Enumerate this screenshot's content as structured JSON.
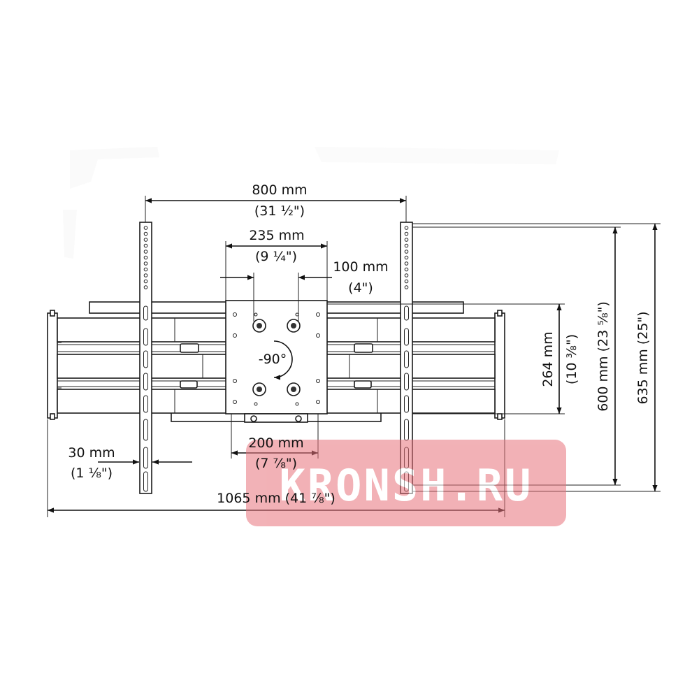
{
  "dimensions": {
    "width_800": {
      "value": "800 mm",
      "imperial": "(31 ½\")"
    },
    "width_235": {
      "value": "235 mm",
      "imperial": "(9 ¼\")"
    },
    "width_100": {
      "value": "100 mm",
      "imperial": "(4\")"
    },
    "width_200": {
      "value": "200 mm",
      "imperial": "(7 ⅞\")"
    },
    "width_30": {
      "value": "30 mm",
      "imperial": "(1 ⅛\")"
    },
    "width_1065": {
      "label": "1065 mm (41 ⅞\")"
    },
    "height_264": {
      "value": "264 mm",
      "imperial": "(10 ⅜\")"
    },
    "height_600": {
      "label": "600 mm (23 ⅝\")"
    },
    "height_635": {
      "label": "635 mm (25\")"
    }
  },
  "rotation": {
    "label": "-90°"
  },
  "watermark": {
    "text": "KRONSH.RU",
    "color": "#e8737b"
  }
}
